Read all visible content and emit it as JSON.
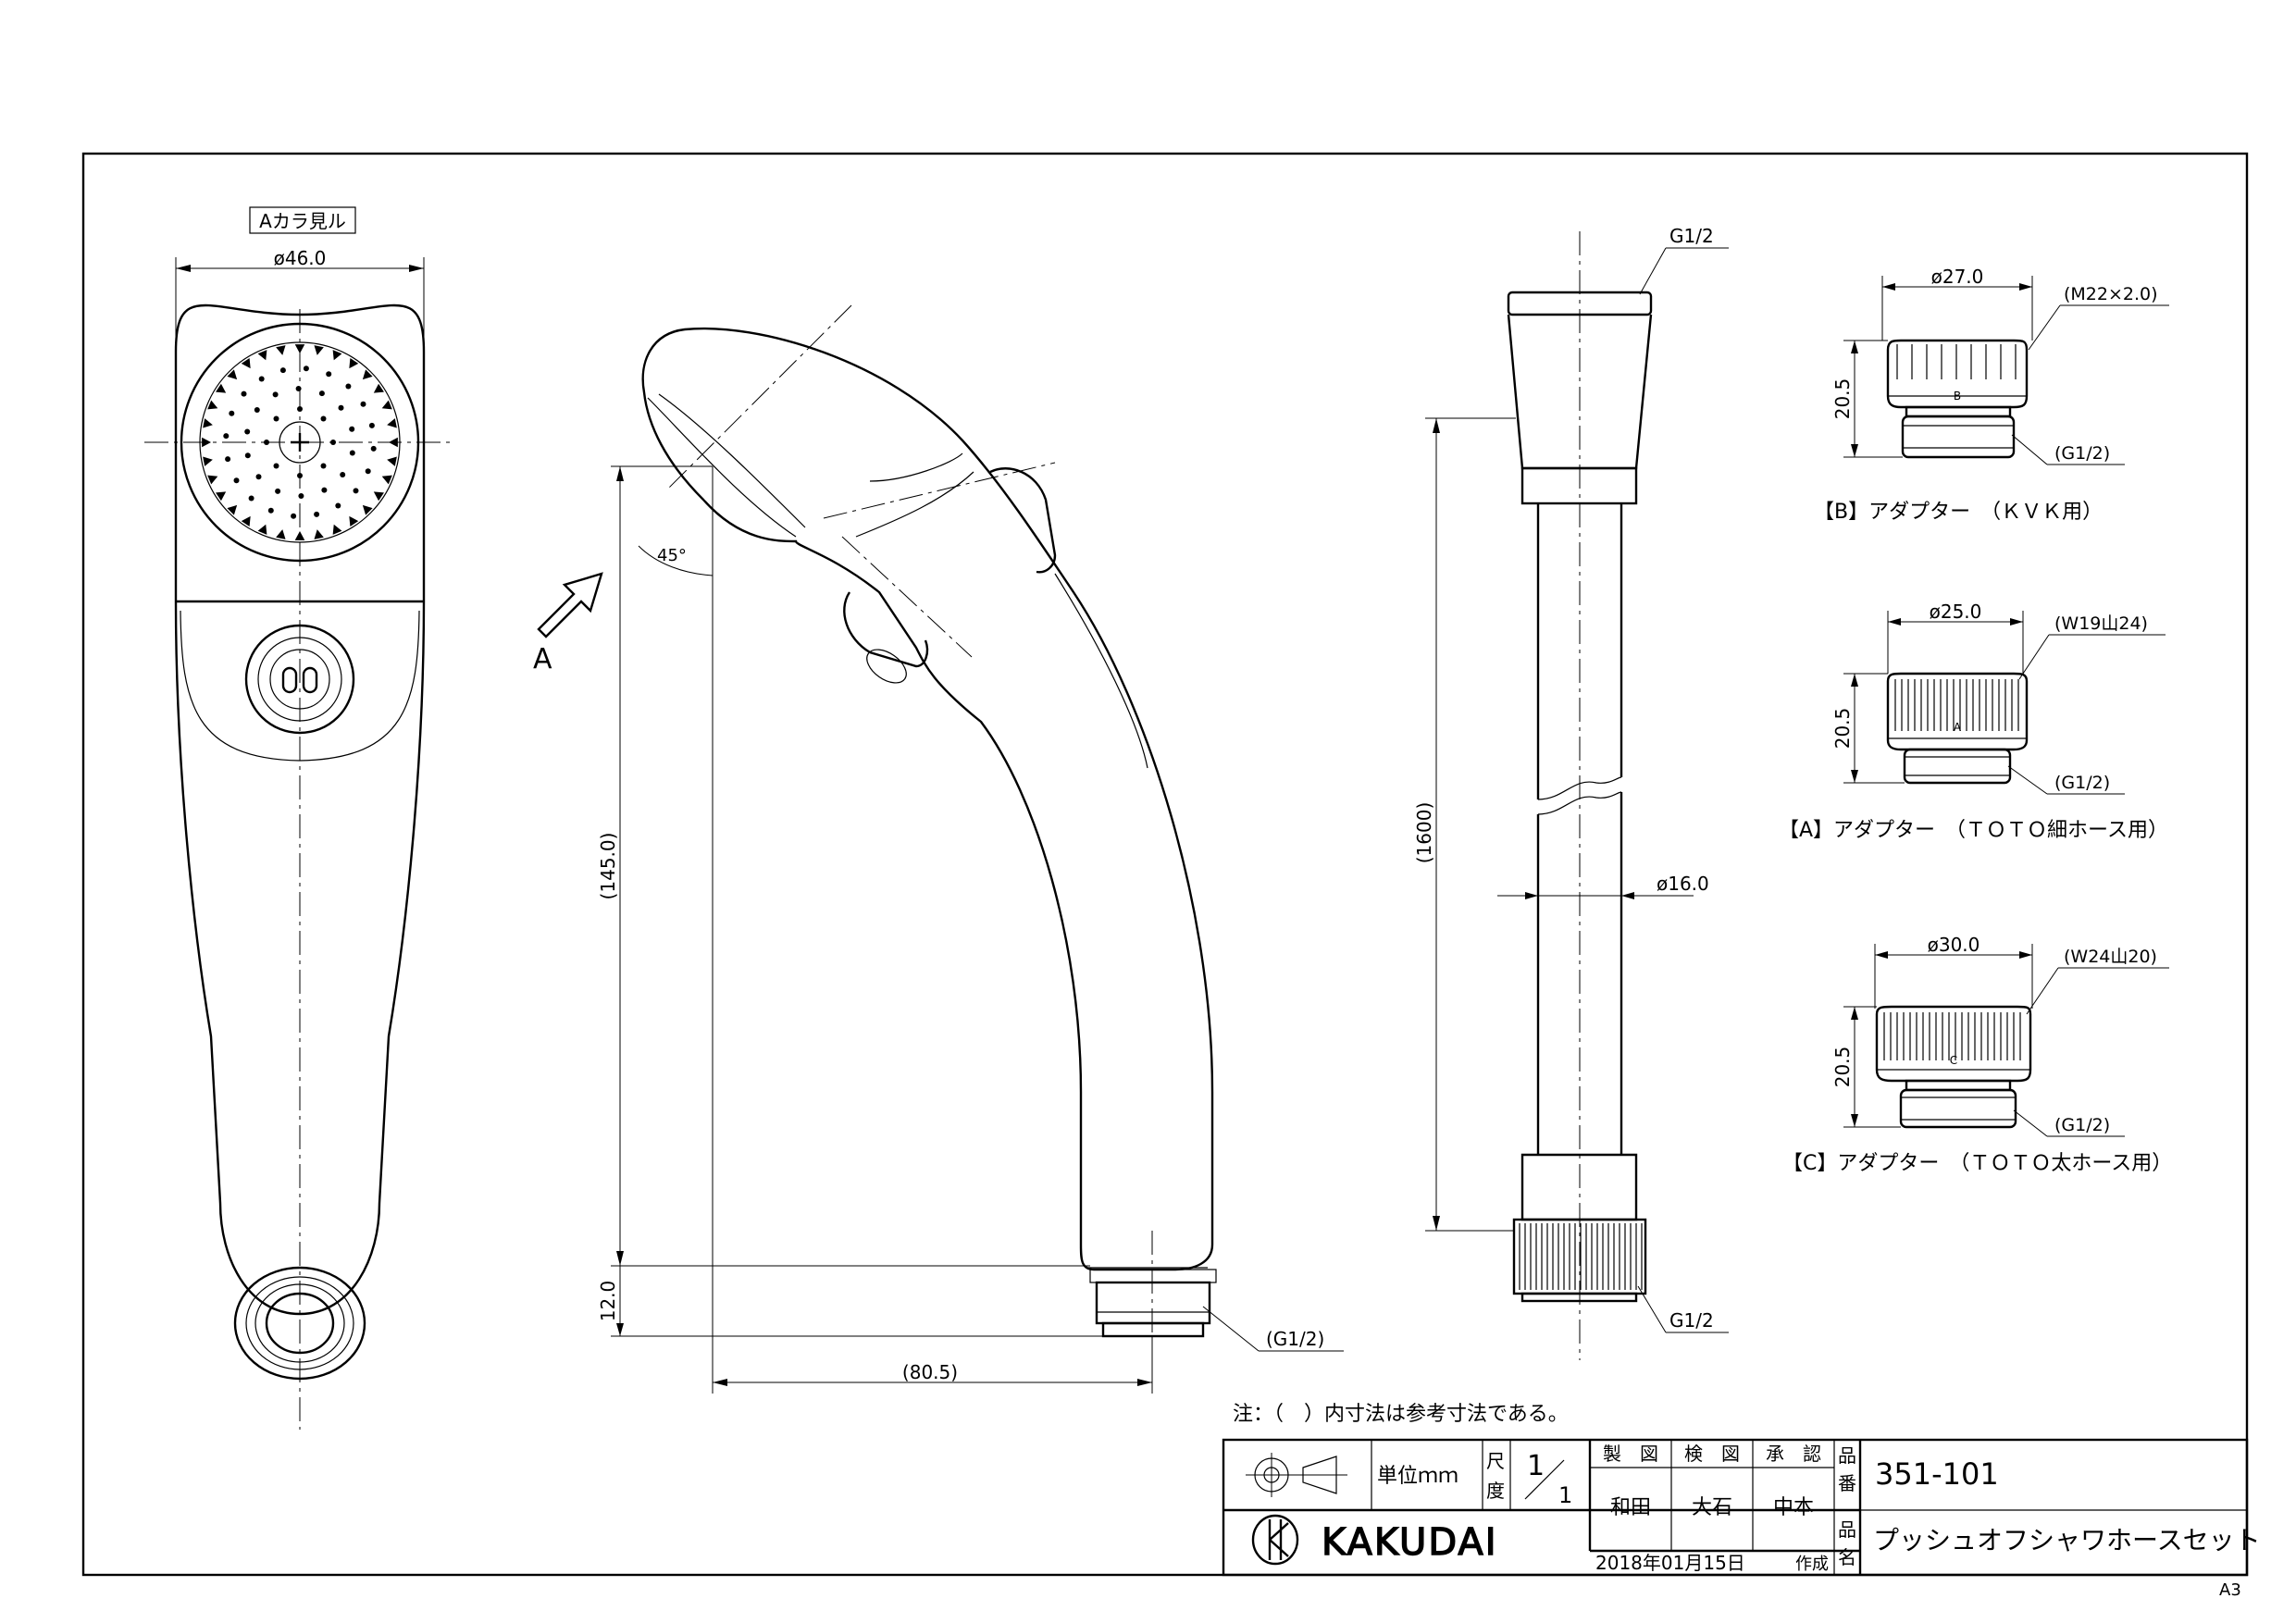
{
  "view_a": {
    "title": "Aカラ見ル",
    "width": "ø46.0",
    "arrow_label": "A"
  },
  "side_view": {
    "height": "(145.0)",
    "base_height": "12.0",
    "length": "(80.5)",
    "angle": "45°",
    "thread": "(G1/2)"
  },
  "hose": {
    "top_thread": "G1/2",
    "bottom_thread": "G1/2",
    "length": "(1600)",
    "diameter": "ø16.0"
  },
  "adapters": [
    {
      "diameter": "ø27.0",
      "thread": "(M22×2.0)",
      "height": "20.5",
      "bottom_thread": "(G1/2)",
      "mark": "B",
      "label": "【B】アダプター　（ＫＶＫ用）"
    },
    {
      "diameter": "ø25.0",
      "thread": "(W19山24)",
      "height": "20.5",
      "bottom_thread": "(G1/2)",
      "mark": "A",
      "label": "【A】アダプター　（ＴＯＴＯ細ホース用）"
    },
    {
      "diameter": "ø30.0",
      "thread": "(W24山20)",
      "height": "20.5",
      "bottom_thread": "(G1/2)",
      "mark": "C",
      "label": "【C】アダプター　（ＴＯＴＯ太ホース用）"
    }
  ],
  "note": "注：（　）内寸法は参考寸法である。",
  "title_block": {
    "unit_label": "単位ｍｍ",
    "scale_label_1": "尺",
    "scale_label_2": "度",
    "scale_num": "1",
    "scale_den": "1",
    "roles": [
      "製　図",
      "検　図",
      "承　認"
    ],
    "names": [
      "和田",
      "大石",
      "中本"
    ],
    "part_no_label_1": "品",
    "part_no_label_2": "番",
    "part_no": "351-101",
    "name_label_1": "品",
    "name_label_2": "名",
    "product_name": "プッシュオフシャワホースセット",
    "date": "2018年01月15日",
    "created": "作成",
    "company": "KAKUDAI"
  },
  "sheet_size": "A3"
}
